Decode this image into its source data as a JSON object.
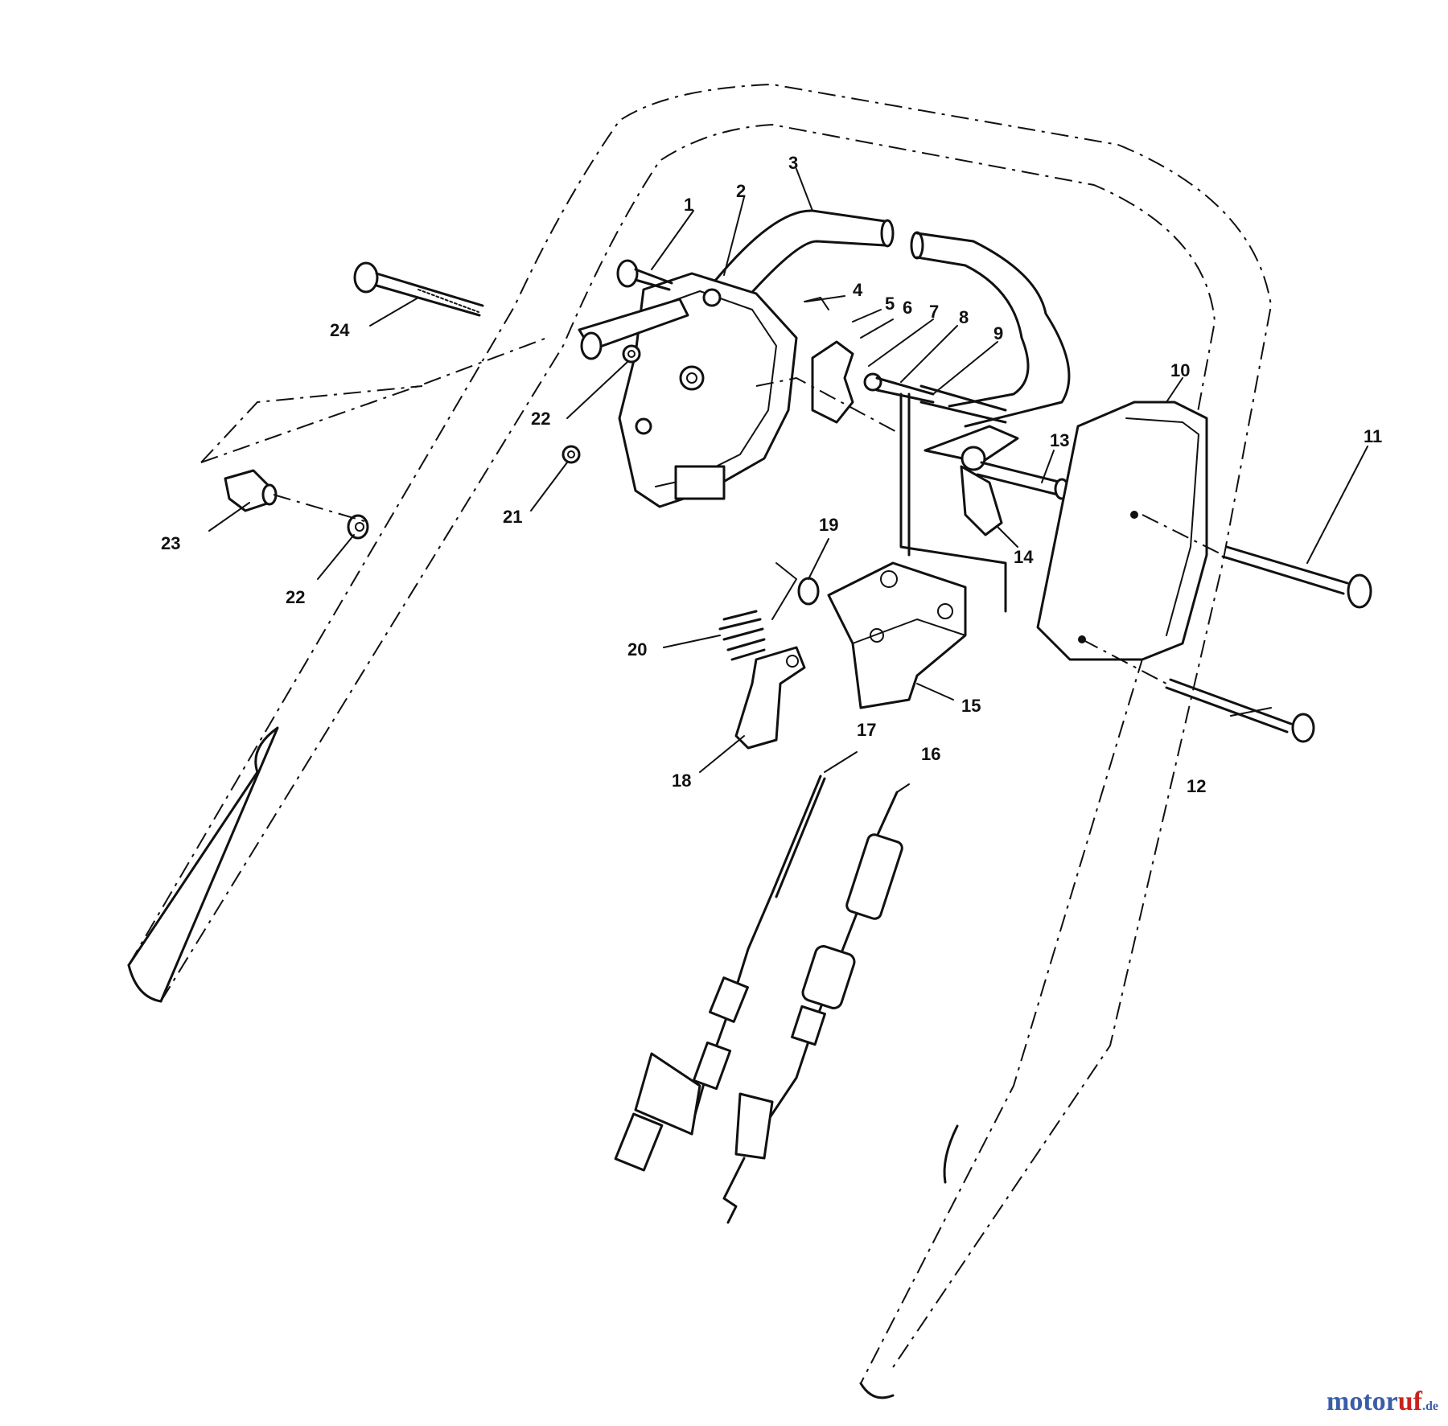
{
  "diagram": {
    "callouts": [
      {
        "id": "c1",
        "text": "1"
      },
      {
        "id": "c2",
        "text": "2"
      },
      {
        "id": "c3",
        "text": "3"
      },
      {
        "id": "c4",
        "text": "4"
      },
      {
        "id": "c5",
        "text": "5"
      },
      {
        "id": "c6",
        "text": "6"
      },
      {
        "id": "c7",
        "text": "7"
      },
      {
        "id": "c8",
        "text": "8"
      },
      {
        "id": "c9",
        "text": "9"
      },
      {
        "id": "c10",
        "text": "10"
      },
      {
        "id": "c11",
        "text": "11"
      },
      {
        "id": "c12",
        "text": "12"
      },
      {
        "id": "c13",
        "text": "13"
      },
      {
        "id": "c14",
        "text": "14"
      },
      {
        "id": "c15",
        "text": "15"
      },
      {
        "id": "c16",
        "text": "16"
      },
      {
        "id": "c17",
        "text": "17"
      },
      {
        "id": "c18",
        "text": "18"
      },
      {
        "id": "c19",
        "text": "19"
      },
      {
        "id": "c20",
        "text": "20"
      },
      {
        "id": "c21",
        "text": "21"
      },
      {
        "id": "c22a",
        "text": "22"
      },
      {
        "id": "c22b",
        "text": "22"
      },
      {
        "id": "c23",
        "text": "23"
      },
      {
        "id": "c24",
        "text": "24"
      }
    ]
  },
  "watermark": {
    "part1": "motor",
    "part2": "uf",
    "part3": ".de"
  }
}
